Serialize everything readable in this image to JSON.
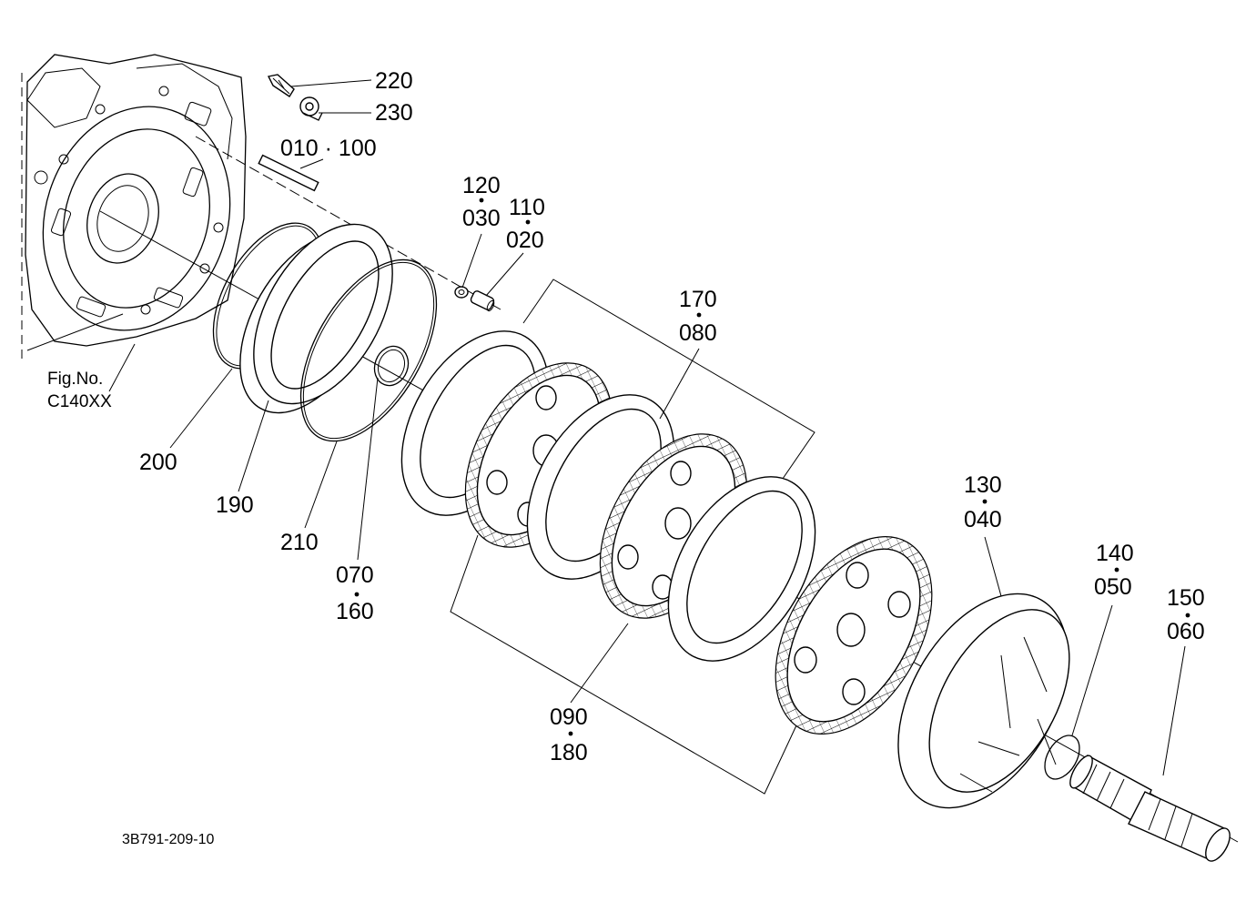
{
  "drawing_code": "3B791-209-10",
  "figure_ref": {
    "line1": "Fig.No.",
    "line2": "C140XX"
  },
  "callouts": {
    "p220": "220",
    "p230": "230",
    "p010_100": "010 · 100",
    "p120": "120",
    "p030": "030",
    "p110": "110",
    "p020": "020",
    "p170": "170",
    "p080": "080",
    "p200": "200",
    "p190": "190",
    "p210": "210",
    "p070": "070",
    "p160": "160",
    "p130": "130",
    "p040": "040",
    "p140": "140",
    "p050": "050",
    "p150": "150",
    "p060": "060",
    "p090": "090",
    "p180": "180"
  }
}
